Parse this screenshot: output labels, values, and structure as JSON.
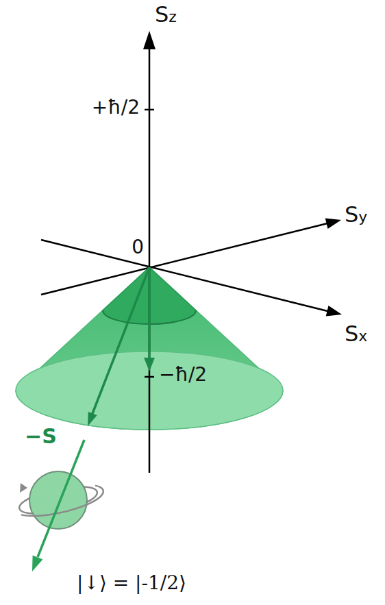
{
  "diagram": {
    "labels": [
      "Sz",
      "+ħ/2",
      "Sy",
      "0",
      "Sx",
      "−ħ/2",
      "−S",
      "|↓⟩ = |-1/2⟩"
    ]
  }
}
